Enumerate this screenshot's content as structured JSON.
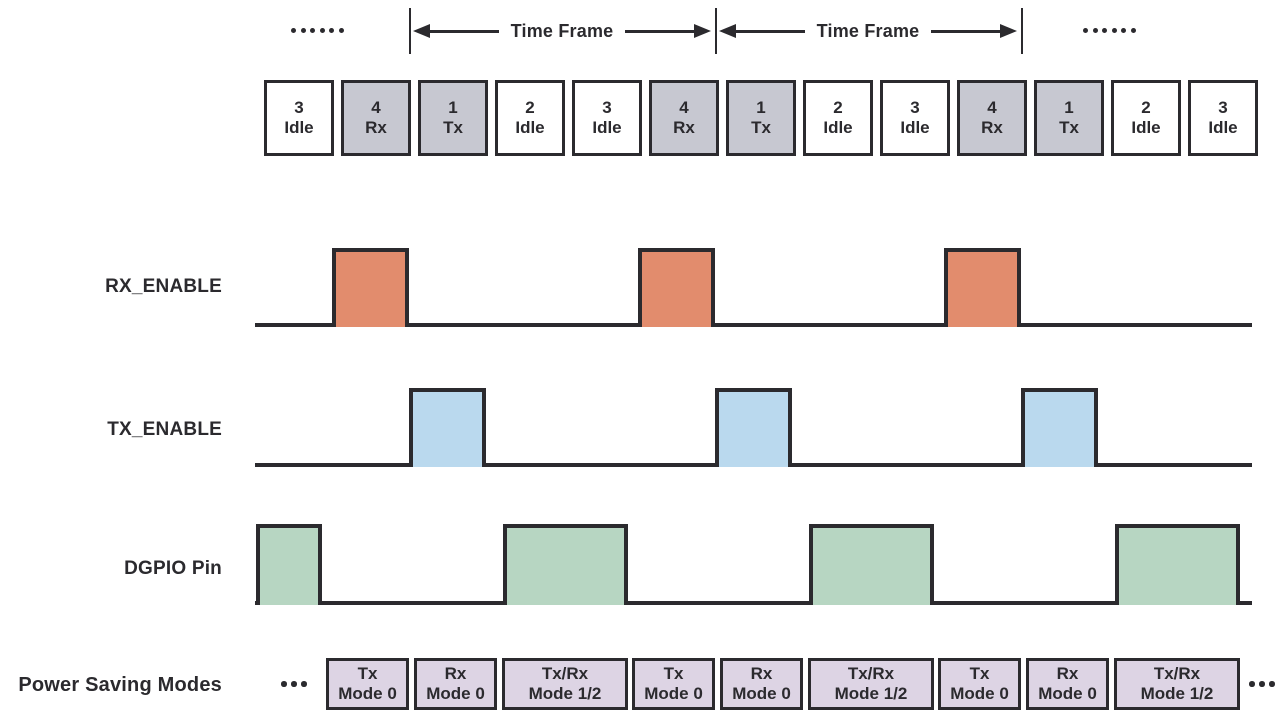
{
  "header": {
    "time_frame_label": "Time Frame",
    "frame_count": 2
  },
  "ellipses": {
    "top_left": "......",
    "top_right": "......",
    "bottom_left": "...",
    "bottom_right": "..."
  },
  "slot_row": {
    "slots": [
      {
        "num": "3",
        "type": "Idle",
        "variant": "idle"
      },
      {
        "num": "4",
        "type": "Rx",
        "variant": "active"
      },
      {
        "num": "1",
        "type": "Tx",
        "variant": "active"
      },
      {
        "num": "2",
        "type": "Idle",
        "variant": "idle"
      },
      {
        "num": "3",
        "type": "Idle",
        "variant": "idle"
      },
      {
        "num": "4",
        "type": "Rx",
        "variant": "active"
      },
      {
        "num": "1",
        "type": "Tx",
        "variant": "active"
      },
      {
        "num": "2",
        "type": "Idle",
        "variant": "idle"
      },
      {
        "num": "3",
        "type": "Idle",
        "variant": "idle"
      },
      {
        "num": "4",
        "type": "Rx",
        "variant": "active"
      },
      {
        "num": "1",
        "type": "Tx",
        "variant": "active"
      },
      {
        "num": "2",
        "type": "Idle",
        "variant": "idle"
      },
      {
        "num": "3",
        "type": "Idle",
        "variant": "idle"
      }
    ]
  },
  "signals": [
    {
      "name": "RX_ENABLE",
      "fill": "#e28c6d",
      "high_during": "4 Rx slots",
      "pulse_count": 3
    },
    {
      "name": "TX_ENABLE",
      "fill": "#bad9ee",
      "high_during": "1 Tx slots",
      "pulse_count": 3
    },
    {
      "name": "DGPIO Pin",
      "fill": "#b7d6c2",
      "high_during": "Idle slots",
      "pulse_count": 4
    }
  ],
  "power_modes": {
    "label": "Power Saving Modes",
    "fill": "#ddd4e4",
    "cells": [
      {
        "line1": "Tx",
        "line2": "Mode 0"
      },
      {
        "line1": "Rx",
        "line2": "Mode 0"
      },
      {
        "line1": "Tx/Rx",
        "line2": "Mode 1/2"
      },
      {
        "line1": "Tx",
        "line2": "Mode 0"
      },
      {
        "line1": "Rx",
        "line2": "Mode 0"
      },
      {
        "line1": "Tx/Rx",
        "line2": "Mode 1/2"
      },
      {
        "line1": "Tx",
        "line2": "Mode 0"
      },
      {
        "line1": "Rx",
        "line2": "Mode 0"
      },
      {
        "line1": "Tx/Rx",
        "line2": "Mode 1/2"
      }
    ]
  },
  "colors": {
    "ink": "#2b2a2e",
    "slot_active_fill": "#c7c8d1",
    "slot_idle_fill": "#ffffff",
    "rx_fill": "#e28c6d",
    "tx_fill": "#bad9ee",
    "dgpio_fill": "#b7d6c2",
    "mode_fill": "#ddd4e4",
    "background": "#ffffff"
  }
}
